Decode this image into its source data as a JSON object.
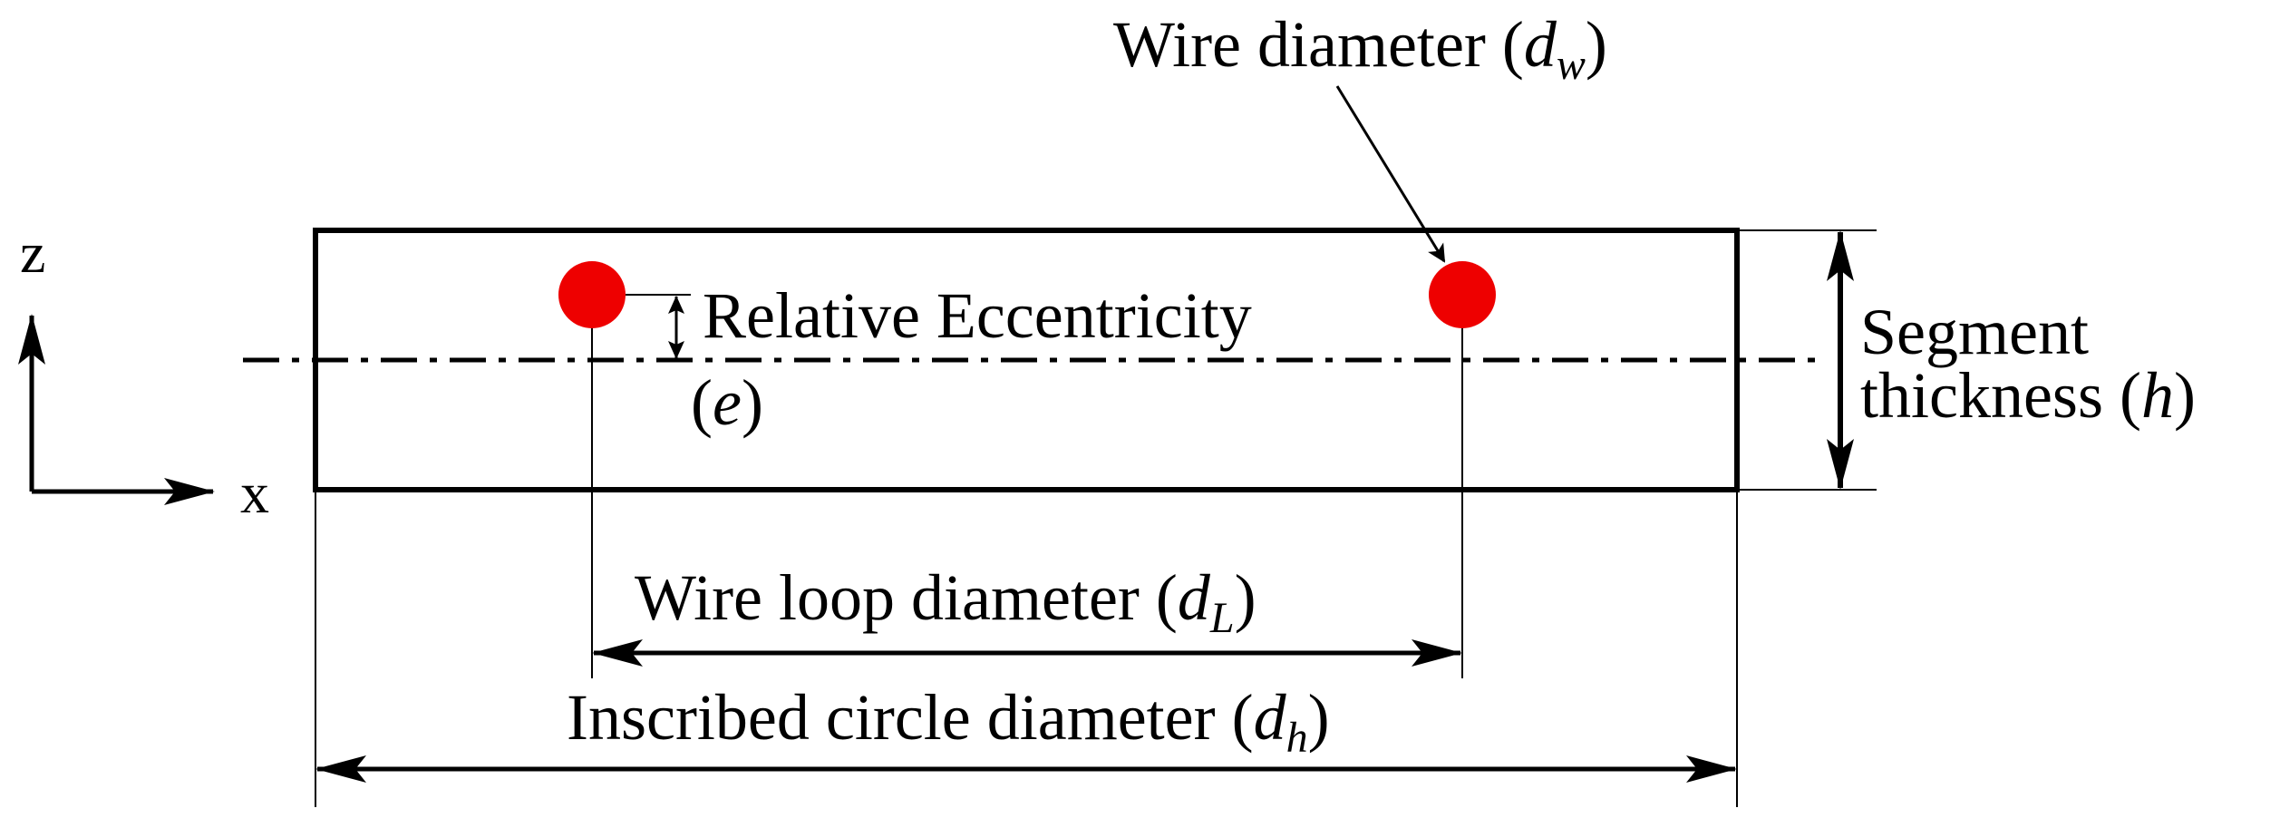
{
  "axes": {
    "z_label": "z",
    "x_label": "x"
  },
  "labels": {
    "wire_diameter": {
      "text": "Wire diameter (",
      "sym": "d",
      "sub": "w",
      "close": ")"
    },
    "relative_eccentricity": {
      "line1": "Relative Eccentricity",
      "line2_open": "(",
      "sym": "e",
      "close": ")"
    },
    "segment_thickness": {
      "line1": "Segment",
      "line2": "thickness (",
      "sym": "h",
      "close": ")"
    },
    "wire_loop_diameter": {
      "text": "Wire loop diameter (",
      "sym": "d",
      "sub": "L",
      "close": ")"
    },
    "inscribed_circle_diameter": {
      "text": "Inscribed circle diameter (",
      "sym": "d",
      "sub": "h",
      "close": ")"
    }
  },
  "colors": {
    "wire": "#ee0000",
    "line": "#000000"
  }
}
